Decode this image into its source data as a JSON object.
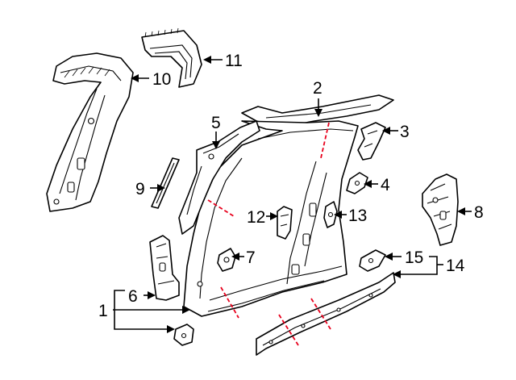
{
  "diagram": {
    "callouts": {
      "c1": "1",
      "c2": "2",
      "c3": "3",
      "c4": "4",
      "c5": "5",
      "c6": "6",
      "c7": "7",
      "c8": "8",
      "c9": "9",
      "c10": "10",
      "c11": "11",
      "c12": "12",
      "c13": "13",
      "c14": "14",
      "c15": "15"
    },
    "colors": {
      "line": "#000000",
      "cut_line": "#e8001c",
      "background": "#ffffff"
    }
  }
}
